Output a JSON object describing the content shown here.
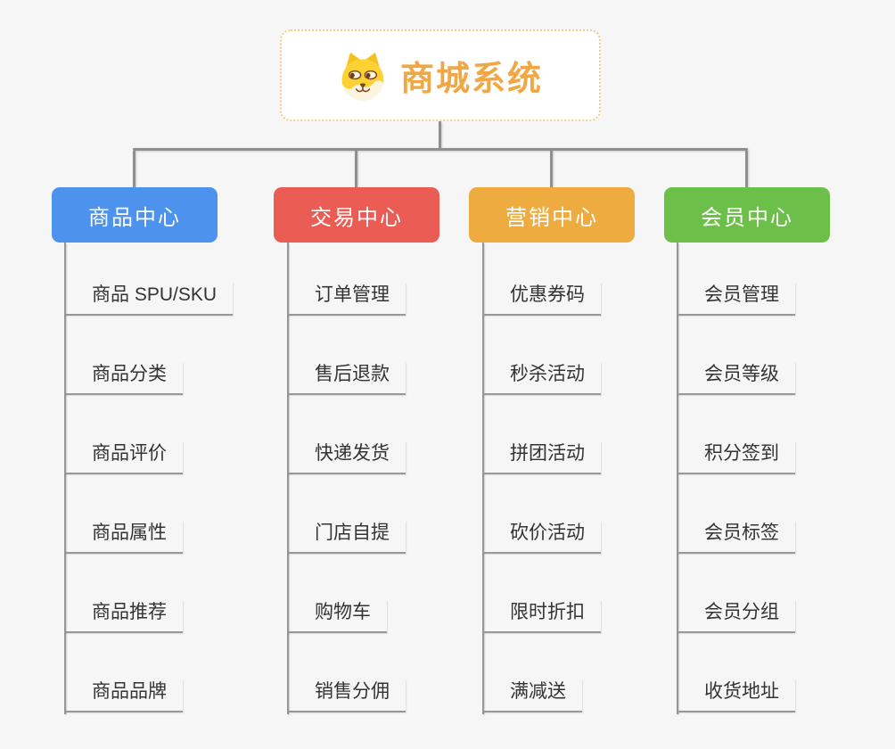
{
  "root": {
    "title": "商城系统",
    "icon": "dog-face-icon",
    "title_color": "#F0A845",
    "border_color": "#F3CB86"
  },
  "connector_color": "#8F8F8F",
  "branches": [
    {
      "label": "商品中心",
      "color": "#4D92EC",
      "items": [
        "商品 SPU/SKU",
        "商品分类",
        "商品评价",
        "商品属性",
        "商品推荐",
        "商品品牌"
      ]
    },
    {
      "label": "交易中心",
      "color": "#EA5C54",
      "items": [
        "订单管理",
        "售后退款",
        "快递发货",
        "门店自提",
        "购物车",
        "销售分佣"
      ]
    },
    {
      "label": "营销中心",
      "color": "#EEAC40",
      "items": [
        "优惠券码",
        "秒杀活动",
        "拼团活动",
        "砍价活动",
        "限时折扣",
        "满减送"
      ]
    },
    {
      "label": "会员中心",
      "color": "#6CC04A",
      "items": [
        "会员管理",
        "会员等级",
        "积分签到",
        "会员标签",
        "会员分组",
        "收货地址"
      ]
    }
  ]
}
